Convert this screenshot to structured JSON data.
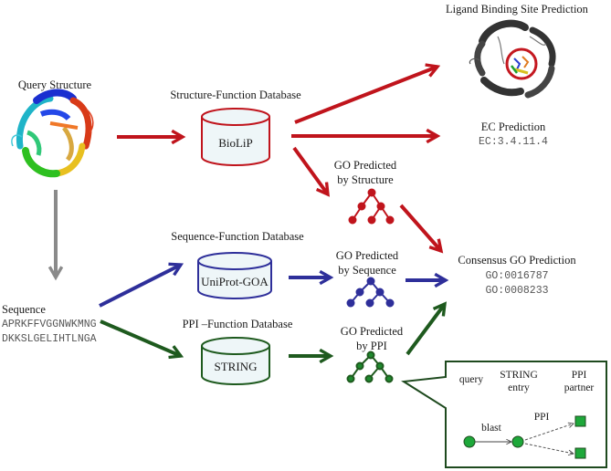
{
  "colors": {
    "structure": "#c0141c",
    "sequence": "#2e2f9a",
    "ppi": "#1e5a1e",
    "gray_arrow": "#8a8a8a",
    "cylinder_fill": "#eef6f8",
    "node_green": "#1ea83a"
  },
  "query": {
    "title": "Query Structure",
    "sequence_label": "Sequence",
    "sequence_lines": [
      "APRKFFVGGNWKMNG",
      "DKKSLGELIHTLNGA"
    ]
  },
  "databases": {
    "structure": {
      "caption": "Structure-Function Database",
      "name": "BioLiP"
    },
    "sequence": {
      "caption": "Sequence-Function Database",
      "name": "UniProt-GOA"
    },
    "ppi": {
      "caption": "PPI –Function Database",
      "name": "STRING"
    }
  },
  "predictions": {
    "ligand": {
      "title": "Ligand Binding Site Prediction"
    },
    "ec": {
      "title": "EC  Prediction",
      "value": "EC:3.4.11.4"
    },
    "go_structure": {
      "line1": "GO Predicted",
      "line2": "by Structure"
    },
    "go_sequence": {
      "line1": "GO Predicted",
      "line2": "by Sequence"
    },
    "go_ppi": {
      "line1": "GO Predicted",
      "line2": "by PPI"
    },
    "consensus": {
      "title": "Consensus GO Prediction",
      "terms": [
        "GO:0016787",
        "GO:0008233"
      ]
    }
  },
  "inset": {
    "col_query": "query",
    "col_string_1": "STRING",
    "col_string_2": "entry",
    "col_ppi_1": "PPI",
    "col_ppi_2": "partner",
    "edge_blast": "blast",
    "edge_ppi": "PPI"
  }
}
